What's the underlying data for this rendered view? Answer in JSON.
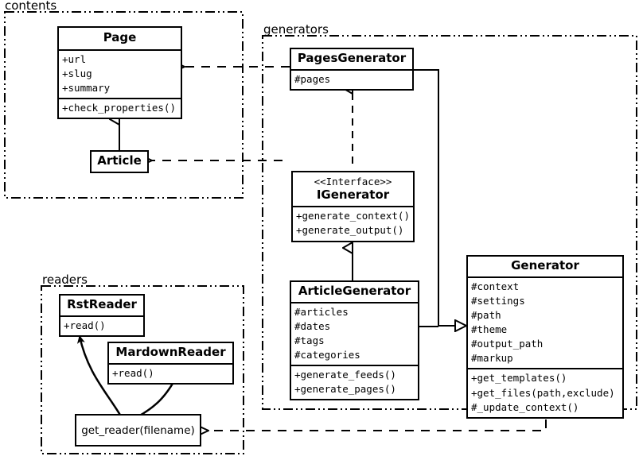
{
  "diagram": {
    "kind": "uml-class-diagram",
    "colors": {
      "stroke": "#000000",
      "fill": "#ffffff",
      "text": "#000000"
    },
    "packages": [
      {
        "id": "contents",
        "label": "contents"
      },
      {
        "id": "generators",
        "label": "generators"
      },
      {
        "id": "readers",
        "label": "readers"
      }
    ],
    "classes": {
      "page": {
        "name": "Page",
        "attributes": [
          "+url",
          "+slug",
          "+summary"
        ],
        "methods": [
          "+check_properties()"
        ]
      },
      "article": {
        "name": "Article",
        "attributes": [],
        "methods": []
      },
      "pages_generator": {
        "name": "PagesGenerator",
        "attributes": [
          "#pages"
        ],
        "methods": []
      },
      "igenerator": {
        "stereotype": "<<Interface>>",
        "name": "IGenerator",
        "attributes": [],
        "methods": [
          "+generate_context()",
          "+generate_output()"
        ]
      },
      "article_generator": {
        "name": "ArticleGenerator",
        "attributes": [
          "#articles",
          "#dates",
          "#tags",
          "#categories"
        ],
        "methods": [
          "+generate_feeds()",
          "+generate_pages()"
        ]
      },
      "generator": {
        "name": "Generator",
        "attributes": [
          "#context",
          "#settings",
          "#path",
          "#theme",
          "#output_path",
          "#markup"
        ],
        "methods": [
          "+get_templates()",
          "+get_files(path,exclude)",
          "#_update_context()"
        ]
      },
      "rst_reader": {
        "name": "RstReader",
        "attributes": [],
        "methods": [
          "+read()"
        ]
      },
      "mardown_reader": {
        "name": "MardownReader",
        "attributes": [],
        "methods": [
          "+read()"
        ]
      },
      "get_reader": {
        "name": "get_reader(filename)"
      }
    },
    "relationships": [
      {
        "id": "article-inherits-page",
        "type": "generalization",
        "from": "Article",
        "to": "Page"
      },
      {
        "id": "pagesgenerator-realizes-igenerator",
        "type": "realization",
        "from": "PagesGenerator",
        "to": "IGenerator"
      },
      {
        "id": "articlegenerator-inherits-igenerator",
        "type": "generalization",
        "from": "ArticleGenerator",
        "to": "IGenerator"
      },
      {
        "id": "pagesgenerator-inherits-generator",
        "type": "generalization",
        "from": "PagesGenerator",
        "to": "Generator"
      },
      {
        "id": "articlegenerator-inherits-generator",
        "type": "generalization",
        "from": "ArticleGenerator",
        "to": "Generator"
      },
      {
        "id": "pagesgenerator-depends-page",
        "type": "dependency",
        "from": "PagesGenerator",
        "to": "Page"
      },
      {
        "id": "articlegenerator-depends-article",
        "type": "dependency",
        "from": "ArticleGenerator",
        "to": "Article"
      },
      {
        "id": "generator-depends-getreader",
        "type": "dependency",
        "from": "Generator",
        "to": "get_reader(filename)"
      },
      {
        "id": "getreader-returns-rstreader",
        "type": "association",
        "from": "get_reader(filename)",
        "to": "RstReader"
      },
      {
        "id": "getreader-returns-mardownreader",
        "type": "association",
        "from": "get_reader(filename)",
        "to": "MardownReader"
      }
    ]
  }
}
